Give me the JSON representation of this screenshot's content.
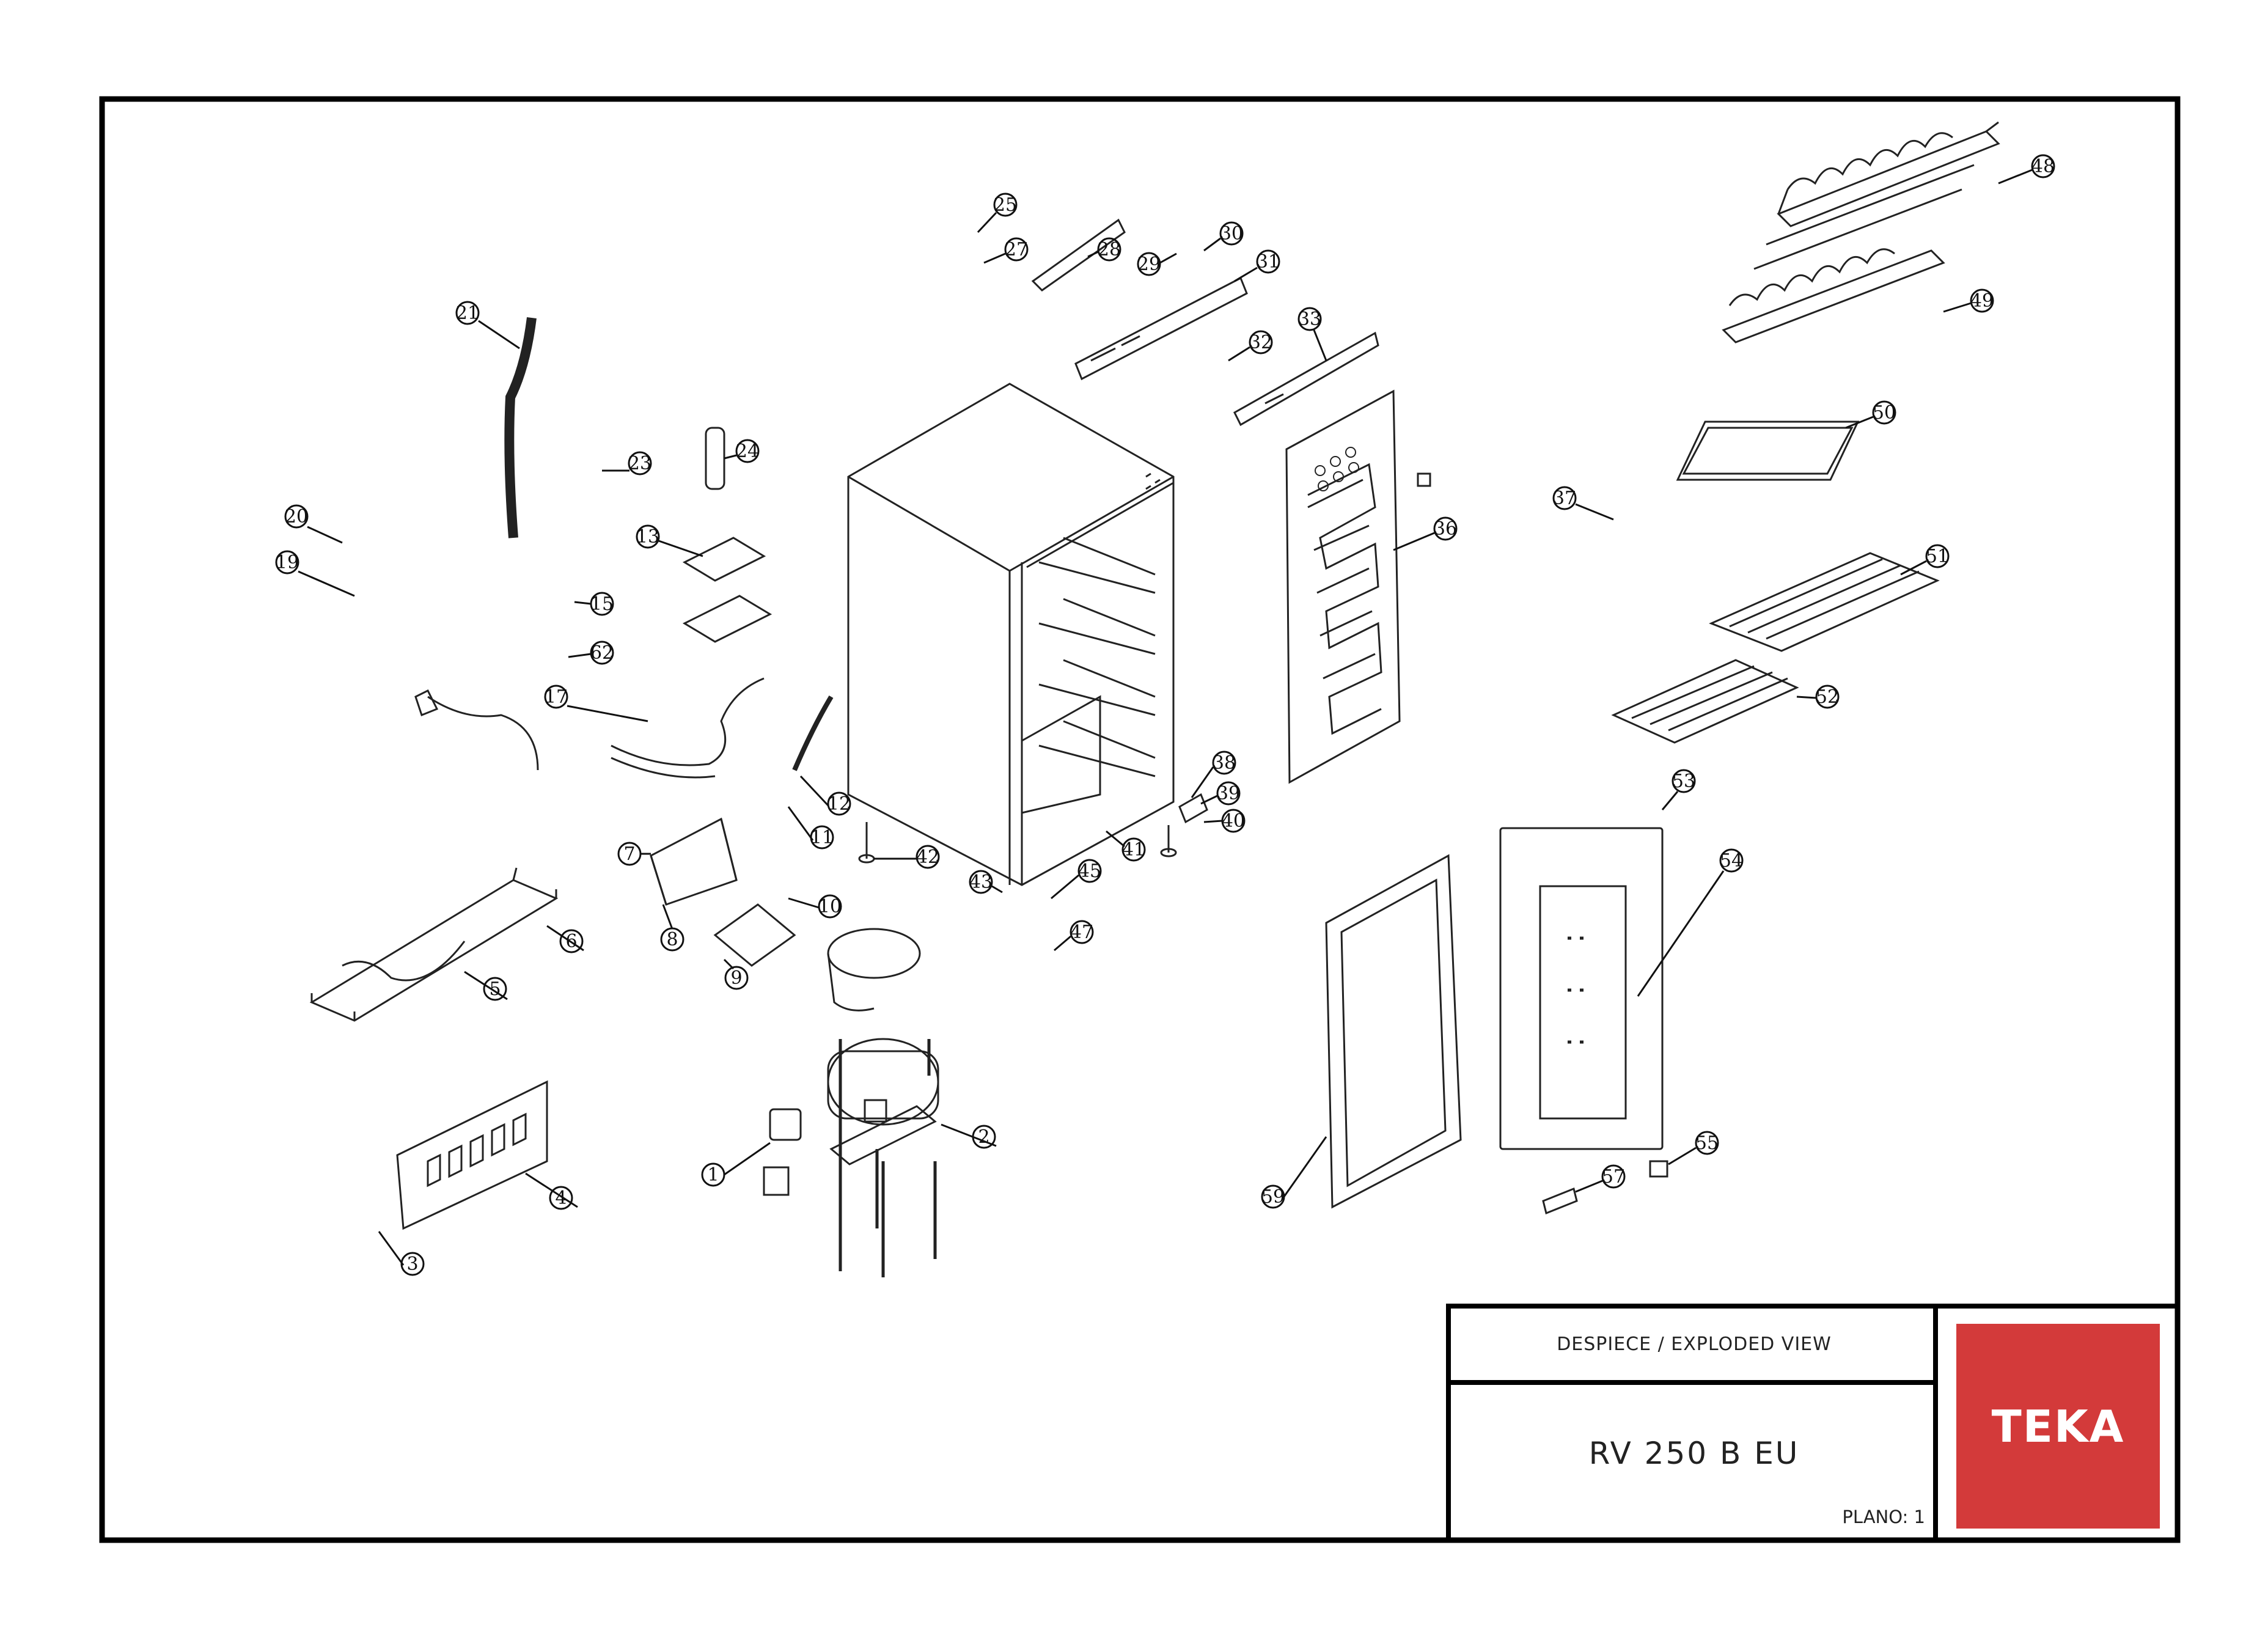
{
  "title_block": {
    "heading": "DESPIECE / EXPLODED VIEW",
    "model": "RV 250 B EU",
    "plan_label": "PLANO: 1",
    "logo_text": "TEKA",
    "logo_color": "#d33a3a"
  },
  "part_numbers": [
    "1",
    "2",
    "3",
    "4",
    "5",
    "6",
    "7",
    "8",
    "9",
    "10",
    "11",
    "12",
    "13",
    "15",
    "17",
    "19",
    "20",
    "21",
    "23",
    "24",
    "25",
    "27",
    "28",
    "29",
    "30",
    "31",
    "32",
    "33",
    "36",
    "37",
    "38",
    "39",
    "40",
    "41",
    "42",
    "43",
    "45",
    "47",
    "48",
    "49",
    "50",
    "51",
    "52",
    "53",
    "54",
    "55",
    "57",
    "59",
    "62"
  ]
}
